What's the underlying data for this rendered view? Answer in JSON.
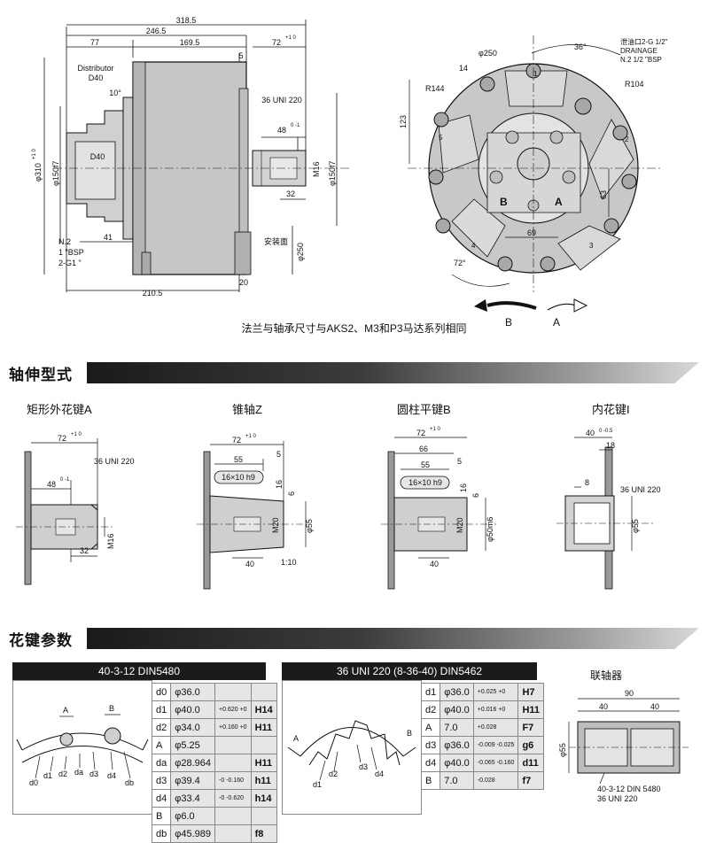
{
  "drawing_top": {
    "dims": {
      "overall": "318.5",
      "d246": "246.5",
      "d77": "77",
      "d169": "169.5",
      "d72": "72",
      "tol72": "+1 0",
      "d5": "5",
      "distributor": "Distributor",
      "d40a": "D40",
      "d10": "10°",
      "d36uni": "36 UNI 220",
      "d48": "48",
      "tol48": "0 -1",
      "m16": "M16",
      "d32": "32",
      "d150a": "φ150f7",
      "d150b": "φ150f7",
      "d310": "φ310",
      "tol310": "+1 0",
      "d40b": "D40",
      "n2": "N.2",
      "bsp1": "1 \"BSP",
      "g1": "2-G1 \"",
      "d41": "41",
      "d250": "φ250",
      "install": "安装面",
      "d20": "20",
      "d210": "210.5"
    },
    "caption": "法兰与轴承尺寸与AKS2、M3和P3马达系列相同"
  },
  "drawing_right": {
    "phi250": "φ250",
    "d36deg": "36°",
    "drain1": "泄油口2-G 1/2\"",
    "drain2": "DRAINAGE",
    "drain3": "N.2 1/2 \"BSP",
    "r144": "R144",
    "r104": "R104",
    "d14": "14",
    "d123": "123",
    "d63": "63",
    "d69": "69",
    "d72deg": "72°",
    "ports": [
      "1",
      "2",
      "3",
      "4",
      "5"
    ],
    "portA": "A",
    "portB": "B",
    "rotB": "B",
    "rotA": "A"
  },
  "section1": {
    "title": "轴伸型式",
    "items": [
      {
        "label": "矩形外花键A",
        "d72": "72",
        "tol": "+1 0",
        "uni": "36 UNI 220",
        "d48": "48",
        "tol48": "0 -1",
        "m16": "M16",
        "d32": "32"
      },
      {
        "label": "锥轴Z",
        "d72": "72",
        "tol": "+1 0",
        "d55": "55",
        "d5": "5",
        "key": "16×10 h9",
        "d16": "16",
        "d6": "6",
        "m20": "M20",
        "phi55": "φ55",
        "d40": "40",
        "ratio": "1:10"
      },
      {
        "label": "圆柱平键B",
        "d72": "72",
        "tol": "+1 0",
        "d66": "66",
        "d55": "55",
        "d5": "5",
        "key": "16×10 h9",
        "d16": "16",
        "d6": "6",
        "m20": "M20",
        "phi50": "φ50m6",
        "d40": "40"
      },
      {
        "label": "内花键I",
        "d40": "40",
        "tol": "0 -0.5",
        "d18": "18",
        "d8": "8",
        "uni": "36 UNI 220",
        "phi55": "φ55"
      }
    ]
  },
  "section2": {
    "title": "花键参数",
    "table1": {
      "header": "40-3-12  DIN5480",
      "labels": {
        "A": "A",
        "B": "B",
        "d0": "d0",
        "d1": "d1",
        "d2": "d2",
        "da": "da",
        "d3": "d3",
        "d4": "d4",
        "db": "db"
      },
      "rows": [
        {
          "sym": "d0",
          "val": "φ36.0",
          "tol": "",
          "fit": ""
        },
        {
          "sym": "d1",
          "val": "φ40.0",
          "tol": "+0.620 +0",
          "fit": "H14"
        },
        {
          "sym": "d2",
          "val": "φ34.0",
          "tol": "+0.160 +0",
          "fit": "H11"
        },
        {
          "sym": "A",
          "val": "φ5.25",
          "tol": "",
          "fit": ""
        },
        {
          "sym": "da",
          "val": "φ28.964",
          "tol": "",
          "fit": "H11"
        },
        {
          "sym": "d3",
          "val": "φ39.4",
          "tol": "-0 -0.160",
          "fit": "h11"
        },
        {
          "sym": "d4",
          "val": "φ33.4",
          "tol": "-0 -0.620",
          "fit": "h14"
        },
        {
          "sym": "B",
          "val": "φ6.0",
          "tol": "",
          "fit": ""
        },
        {
          "sym": "db",
          "val": "φ45.989",
          "tol": "",
          "fit": "f8"
        }
      ]
    },
    "table2": {
      "header": "36 UNI 220 (8-36-40) DIN5462",
      "labels": {
        "A": "A",
        "B": "B",
        "d1": "d1",
        "d2": "d2",
        "d3": "d3",
        "d4": "d4"
      },
      "rows": [
        {
          "sym": "d1",
          "val": "φ36.0",
          "tol": "+0.025 +0",
          "fit": "H7"
        },
        {
          "sym": "d2",
          "val": "φ40.0",
          "tol": "+0.016 +0",
          "fit": "H11"
        },
        {
          "sym": "A",
          "val": "7.0",
          "tol": "+0.028",
          "fit": "F7"
        },
        {
          "sym": "d3",
          "val": "φ36.0",
          "tol": "-0.009 -0.025",
          "fit": "g6"
        },
        {
          "sym": "d4",
          "val": "φ40.0",
          "tol": "-0.065 -0.160",
          "fit": "d11"
        },
        {
          "sym": "B",
          "val": "7.0",
          "tol": "-0.028",
          "fit": "f7"
        }
      ]
    },
    "coupling": {
      "title": "联轴器",
      "d90": "90",
      "d40a": "40",
      "d40b": "40",
      "phi55": "φ55",
      "note1": "40-3-12 DIN 5480",
      "note2": "36 UNI 220"
    }
  }
}
